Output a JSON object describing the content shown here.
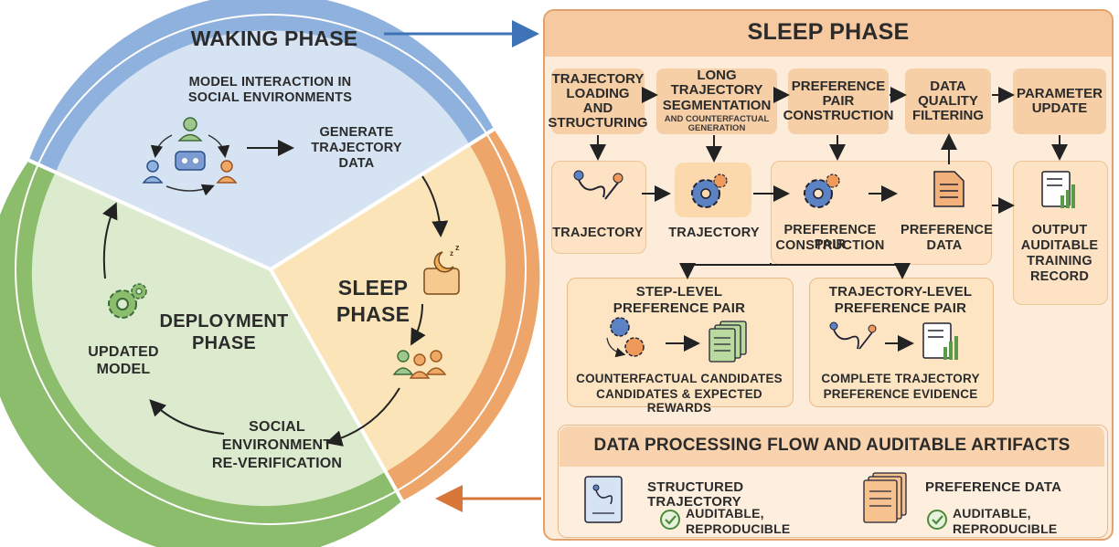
{
  "colors": {
    "waking": "#8fb1dd",
    "waking_fill": "#d6e3f3",
    "sleep_ring": "#eea56a",
    "sleep_fill": "#fbe5b8",
    "deploy_ring": "#8cbd6c",
    "deploy_fill": "#dcebcd",
    "panel_fill": "#fcecd9",
    "panel_border": "#e3a26d",
    "box_fill": "#f7cfa7",
    "arrow_blue": "#3f73b8",
    "arrow_orange": "#d9763a"
  },
  "cycle": {
    "waking_title": "WAKING PHASE",
    "waking_subtitle_1": "MODEL INTERACTION IN",
    "waking_subtitle_2": "SOCIAL ENVIRONMENTS",
    "generate_1": "GENERATE",
    "generate_2": "TRAJECTORY",
    "generate_3": "DATA",
    "sleep_1": "SLEEP",
    "sleep_2": "PHASE",
    "deploy_1": "DEPLOYMENT",
    "deploy_2": "PHASE",
    "updated_1": "UPDATED",
    "updated_2": "MODEL",
    "social_1": "SOCIAL",
    "social_2": "ENVIRONMENT",
    "social_3": "RE-VERIFICATION"
  },
  "sleep_panel": {
    "title": "SLEEP PHASE",
    "steps": [
      {
        "line1": "TRAJECTORY",
        "line2": "LOADING AND",
        "line3": "STRUCTURING"
      },
      {
        "line1": "LONG TRAJECTORY",
        "line2": "SEGMENTATION",
        "small1": "AND COUNTERFACTUAL",
        "small2": "GENERATION"
      },
      {
        "line1": "PREFERENCE",
        "line2": "PAIR",
        "line3": "CONSTRUCTION"
      },
      {
        "line1": "DATA",
        "line2": "QUALITY",
        "line3": "FILTERING"
      },
      {
        "line1": "PARAMETER",
        "line2": "UPDATE"
      }
    ],
    "flow": {
      "trajectory_1": "TRAJECTORY",
      "trajectory_2": "TRAJECTORY",
      "pref_pair_1": "PREFERENCE PAIR",
      "pref_pair_2": "CONSTRUCTION",
      "pref_data_1": "PREFERENCE",
      "pref_data_2": "DATA",
      "output_1": "OUTPUT",
      "output_2": "AUDITABLE",
      "output_3": "TRAINING",
      "output_4": "RECORD"
    },
    "step_level": {
      "title_1": "STEP-LEVEL",
      "title_2": "PREFERENCE PAIR",
      "caption_1": "COUNTERFACTUAL CANDIDATES",
      "caption_2": "CANDIDATES & EXPECTED REWARDS"
    },
    "trajectory_level": {
      "title_1": "TRAJECTORY-LEVEL",
      "title_2": "PREFERENCE PAIR",
      "caption_1": "COMPLETE TRAJECTORY",
      "caption_2": "PREFERENCE EVIDENCE"
    },
    "artifacts": {
      "title": "DATA PROCESSING FLOW AND AUDITABLE ARTIFACTS",
      "item1_title": "STRUCTURED TRAJECTORY",
      "item1_badge_1": "AUDITABLE,",
      "item1_badge_2": "REPRODUCIBLE",
      "item2_title": "PREFERENCE DATA",
      "item2_badge_1": "AUDITABLE,",
      "item2_badge_2": "REPRODUCIBLE"
    }
  }
}
